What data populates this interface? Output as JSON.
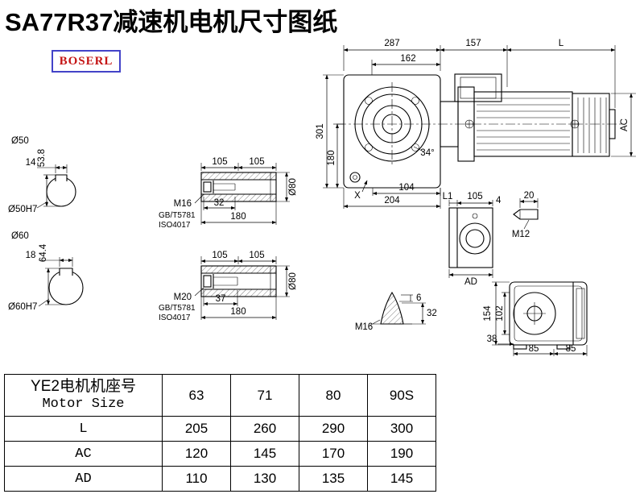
{
  "title": "SA77R37减速机电机尺寸图纸",
  "logo": "BOSERL",
  "main_view": {
    "dim_287": "287",
    "dim_162": "162",
    "dim_157": "157",
    "dim_L": "L",
    "dim_301": "301",
    "dim_180": "180",
    "dim_angle": "34°",
    "dim_X": "X",
    "dim_104": "104",
    "dim_204": "204",
    "dim_AC": "AC"
  },
  "shaft_details": [
    {
      "diameter": "Ø50",
      "key_width": "14",
      "key_depth": "53.8",
      "bore": "Ø50H7"
    },
    {
      "diameter": "Ø60",
      "key_width": "18",
      "key_depth": "64.4",
      "bore": "Ø60H7"
    }
  ],
  "hollow_shafts": [
    {
      "seg_a": "105",
      "seg_b": "105",
      "thread": "M16",
      "std_1": "GB/T5781",
      "std_2": "ISO4017",
      "bolt_len": "32",
      "total_len": "180",
      "od": "Ø80"
    },
    {
      "seg_a": "105",
      "seg_b": "105",
      "thread": "M20",
      "std_1": "GB/T5781",
      "std_2": "ISO4017",
      "bolt_len": "37",
      "total_len": "180",
      "od": "Ø80"
    }
  ],
  "side_view": {
    "dim_L1": "L1",
    "dim_105": "105",
    "dim_4": "4",
    "dim_AD": "AD"
  },
  "plug_view": {
    "dim_20": "20",
    "thread": "M12"
  },
  "cone_view": {
    "dim_6": "6",
    "dim_32": "32",
    "thread": "M16"
  },
  "end_view": {
    "dim_154": "154",
    "dim_102": "102",
    "dim_38": "38",
    "dim_85a": "85",
    "dim_85b": "85"
  },
  "table": {
    "header_line1": "YE2电机机座号",
    "header_line2": "Motor Size",
    "sizes": [
      "63",
      "71",
      "80",
      "90S"
    ],
    "rows": [
      {
        "label": "L",
        "values": [
          "205",
          "260",
          "290",
          "300"
        ]
      },
      {
        "label": "AC",
        "values": [
          "120",
          "145",
          "170",
          "190"
        ]
      },
      {
        "label": "AD",
        "values": [
          "110",
          "130",
          "135",
          "145"
        ]
      }
    ]
  }
}
